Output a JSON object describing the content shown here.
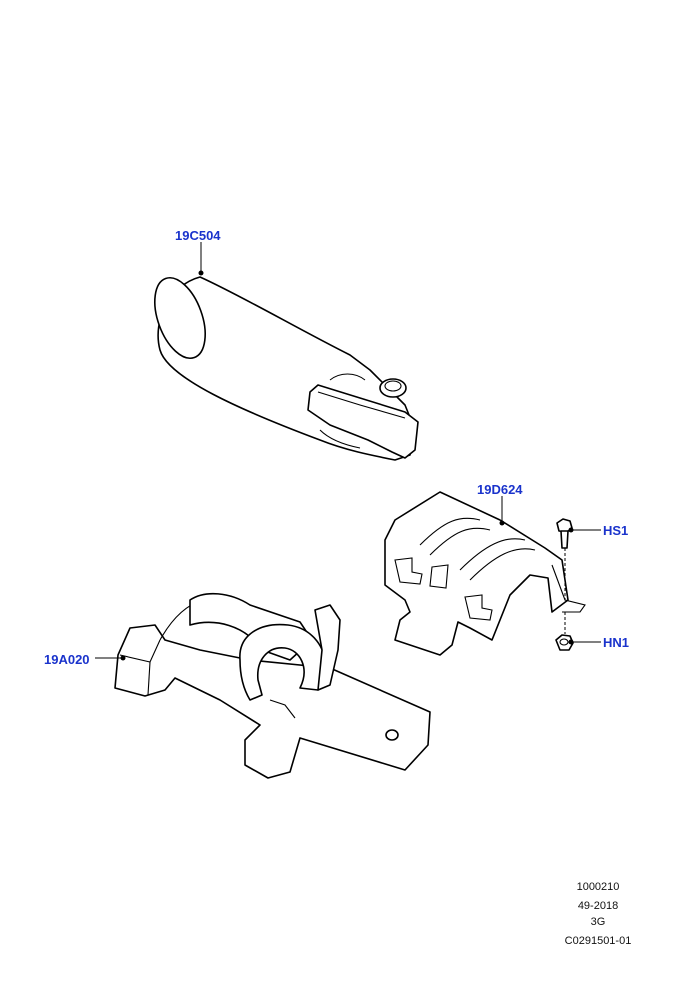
{
  "colors": {
    "callout_text": "#1a33cc",
    "line": "#000000",
    "background": "#ffffff"
  },
  "callouts": {
    "upper_shroud": "19C504",
    "heat_shield": "19D624",
    "screw": "HS1",
    "nut": "HN1",
    "lower_shroud": "19A020"
  },
  "footer": {
    "line1": "1000210",
    "line2": "49-2018",
    "line3": "3G",
    "line4": "C0291501-01"
  }
}
